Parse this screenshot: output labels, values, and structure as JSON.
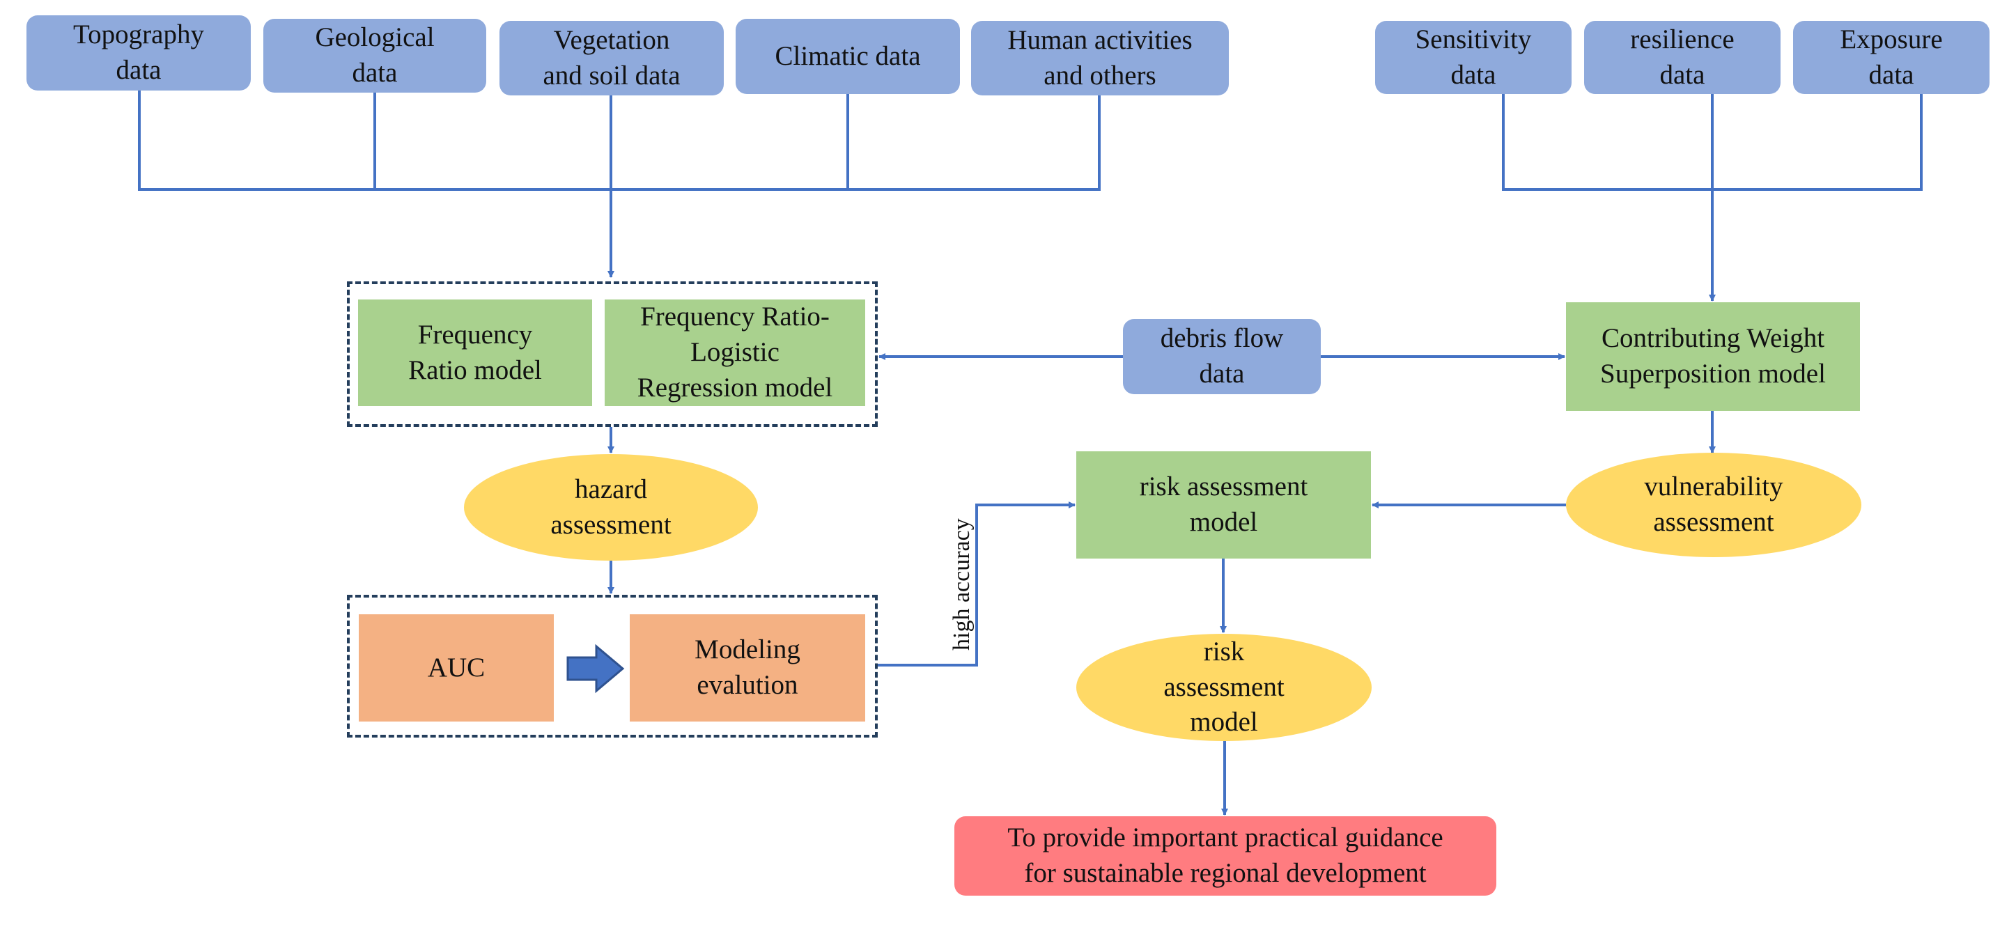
{
  "inputs": {
    "topography": "Topography\ndata",
    "geological": "Geological\ndata",
    "vegetation": "Vegetation\nand soil data",
    "climatic": "Climatic data",
    "human": "Human activities\nand others",
    "sensitivity": "Sensitivity\ndata",
    "resilience": "resilience\ndata",
    "exposure": "Exposure\ndata"
  },
  "models": {
    "frequency_ratio": "Frequency\nRatio model",
    "fr_lr": "Frequency Ratio-\nLogistic\nRegression model",
    "debris_flow": "debris flow\ndata",
    "cws": "Contributing Weight\nSuperposition model"
  },
  "assessments": {
    "hazard": "hazard\nassessment",
    "vulnerability": "vulnerability\nassessment",
    "risk_model": "risk assessment\nmodel",
    "risk_result": "risk\nassessment\nmodel"
  },
  "evaluation": {
    "auc": "AUC",
    "modeling": "Modeling\nevalution",
    "edge_label": "high accuracy"
  },
  "outcome": "To provide important practical guidance\nfor sustainable regional development",
  "colors": {
    "input_blue": "#8faadc",
    "model_green": "#a9d18e",
    "eval_orange": "#f4b183",
    "assessment_yellow": "#ffd966",
    "outcome_red": "#ff7c80",
    "arrow_blue": "#4472c4",
    "dash_frame": "#243e5c"
  }
}
